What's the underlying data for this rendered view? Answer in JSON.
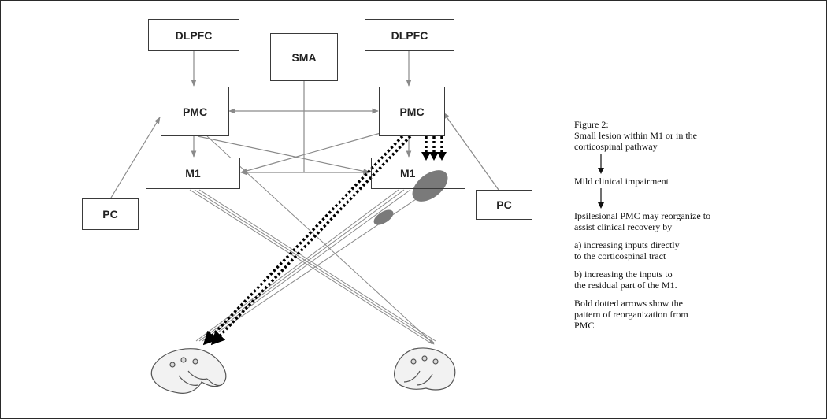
{
  "nodes": {
    "dlpfc_left": "DLPFC",
    "dlpfc_right": "DLPFC",
    "sma": "SMA",
    "pmc_left": "PMC",
    "pmc_right": "PMC",
    "m1_left": "M1",
    "m1_right": "M1",
    "pc_left": "PC",
    "pc_right": "PC"
  },
  "legend": {
    "title": "Figure 2:",
    "cause_line1": "Small lesion within M1 or in the",
    "cause_line2": "corticospinal pathway",
    "effect": "Mild clinical impairment",
    "reorg_line1": "Ipsilesional  PMC may reorganize to",
    "reorg_line2": "assist clinical recovery by",
    "a_line1": "a)  increasing inputs directly",
    "a_line2": "to the corticospinal tract",
    "b_line1": "b)  increasing the inputs to",
    "b_line2": "the residual part of the M1.",
    "note_line1": "Bold dotted arrows show the",
    "note_line2": "pattern of reorganization from",
    "note_line3": "PMC"
  },
  "colors": {
    "line": "#8a8a8a",
    "box_border": "#3a3a3a",
    "lesion": "#7a7a7a",
    "dotted": "#000000"
  }
}
